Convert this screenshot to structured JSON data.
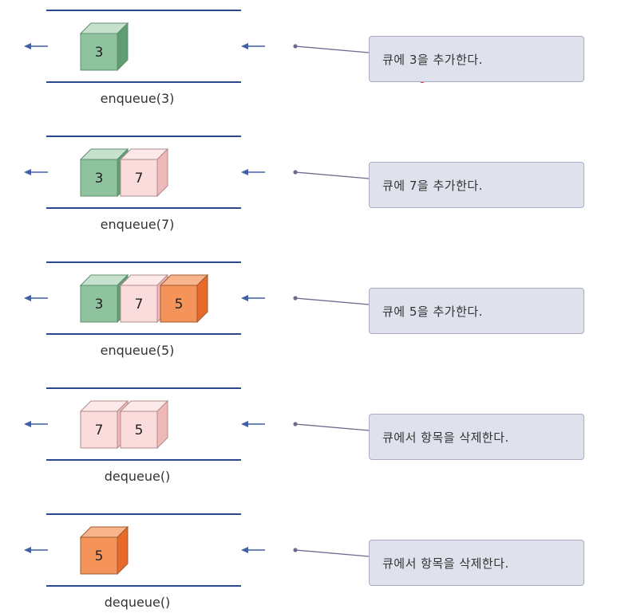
{
  "steps": [
    {
      "operation": "enqueue(3)",
      "description": "큐에 3을 추가한다.",
      "queue": [
        {
          "value": "3",
          "color": "green"
        }
      ]
    },
    {
      "operation": "enqueue(7)",
      "description": "큐에 7을 추가한다.",
      "queue": [
        {
          "value": "3",
          "color": "green"
        },
        {
          "value": "7",
          "color": "pink"
        }
      ]
    },
    {
      "operation": "enqueue(5)",
      "description": "큐에 5을 추가한다.",
      "queue": [
        {
          "value": "3",
          "color": "green"
        },
        {
          "value": "7",
          "color": "pink"
        },
        {
          "value": "5",
          "color": "orange"
        }
      ]
    },
    {
      "operation": "dequeue()",
      "description": "큐에서 항목을 삭제한다.",
      "queue": [
        {
          "value": "7",
          "color": "pink"
        },
        {
          "value": "5",
          "color": "pink"
        }
      ]
    },
    {
      "operation": "dequeue()",
      "description": "큐에서 항목을 삭제한다.",
      "queue": [
        {
          "value": "5",
          "color": "orange"
        }
      ]
    }
  ],
  "colors": {
    "rail": "#2c4a8a",
    "arrow": "#3f5fa6",
    "connector": "#6d6a8e",
    "callout_fill": "#dfe1ec",
    "marker": "#d11a1a",
    "cube": {
      "green": {
        "front": "#8fc39e",
        "top": "#c7e1cf",
        "side": "#5f9e73",
        "edge": "#5d8f6c"
      },
      "pink": {
        "front": "#fbdcdc",
        "top": "#fde9e9",
        "side": "#f0b9b9",
        "edge": "#b08c8c"
      },
      "orange": {
        "front": "#f5945a",
        "top": "#f8b48a",
        "side": "#e86a2a",
        "edge": "#9e5a30"
      }
    }
  }
}
